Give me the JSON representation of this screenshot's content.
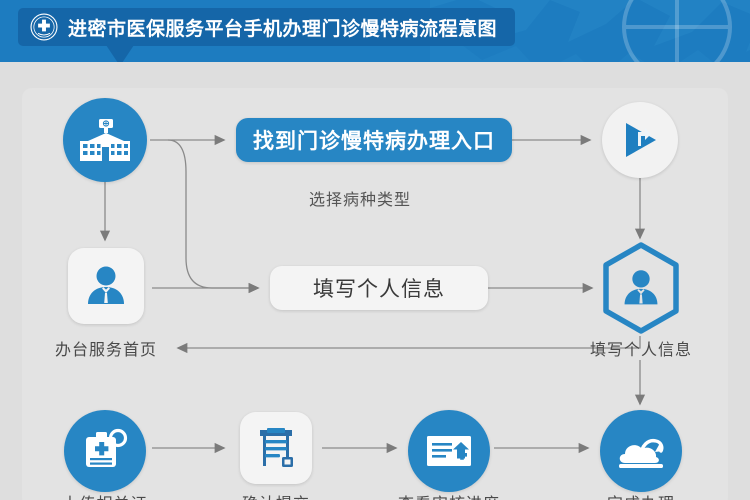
{
  "header": {
    "title": "进密市医保服务平台手机办理门诊慢特病流程意图",
    "emblem_icon": "medical-cross-emblem-icon",
    "globe_icon": "globe-icon",
    "bg_color": "#1d7cc0",
    "tab_color": "#1566a8"
  },
  "flow": {
    "accent_color": "#2786c4",
    "panel_color": "#e3e3e3",
    "nodes": [
      {
        "id": "hospital",
        "icon": "hospital-building-icon",
        "shape": "circle-blue",
        "label": ""
      },
      {
        "id": "entry",
        "shape": "pill-blue",
        "label": "找到门诊慢特病办理入口"
      },
      {
        "id": "play",
        "icon": "play-arrow-icon",
        "shape": "circle-white",
        "label": ""
      },
      {
        "id": "service-home",
        "icon": "user-person-icon",
        "shape": "square-white",
        "label": "办台服务首页"
      },
      {
        "id": "fill-info-box",
        "shape": "pill-white",
        "label": "填写个人信息"
      },
      {
        "id": "fill-info-hex",
        "icon": "user-person-icon",
        "shape": "hexagon",
        "label": "填写个人信息"
      },
      {
        "id": "upload-id",
        "icon": "medical-card-icon",
        "shape": "circle-blue",
        "label": "上传相关证"
      },
      {
        "id": "confirm-submit",
        "icon": "document-form-icon",
        "shape": "square-white",
        "label": "确认提交"
      },
      {
        "id": "check-progress",
        "icon": "card-upload-icon",
        "shape": "circle-blue",
        "label": "查看审核进度"
      },
      {
        "id": "complete",
        "icon": "cloud-tray-icon",
        "shape": "circle-blue",
        "label": "完成办理"
      }
    ],
    "sublabels": [
      {
        "id": "choose-disease-type",
        "text": "选择病种类型"
      }
    ]
  }
}
